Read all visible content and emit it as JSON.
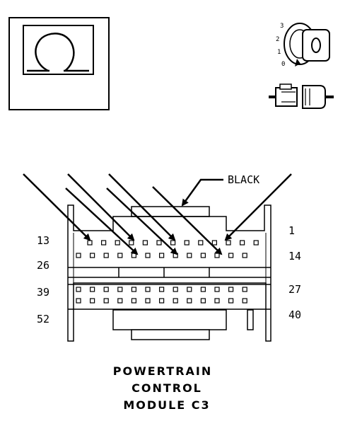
{
  "connector": {
    "title_lines": [
      "POWERTRAIN",
      "CONTROL",
      "MODULE C3"
    ],
    "color_callout": "BLACK",
    "pin_numbers": {
      "top_left_1": "13",
      "top_left_2": "26",
      "bottom_left_1": "39",
      "bottom_left_2": "52",
      "top_right_1": "1",
      "top_right_2": "14",
      "bottom_right_1": "27",
      "bottom_right_2": "40"
    }
  },
  "ignition_switch": {
    "positions": [
      "3",
      "2",
      "1",
      "0"
    ]
  },
  "icons": {
    "symbol_box": "omega-symbol-icon",
    "ignition": "ignition-key-icon",
    "connector_pair": "connector-disconnect-icon"
  }
}
